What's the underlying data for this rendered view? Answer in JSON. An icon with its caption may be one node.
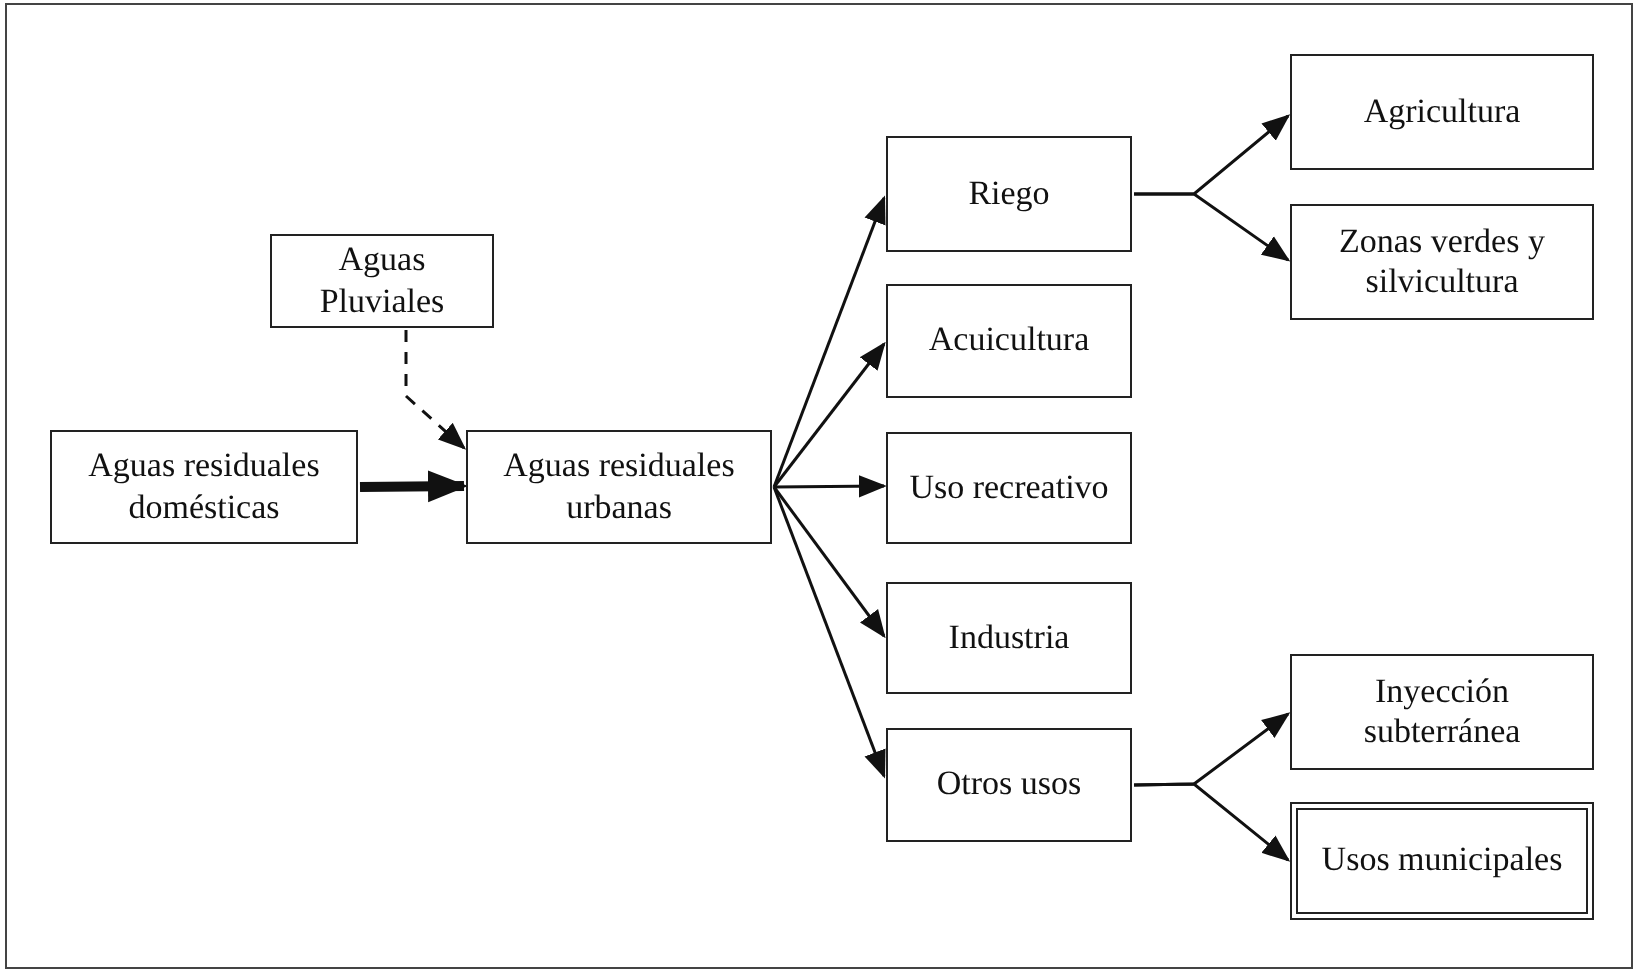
{
  "diagram": {
    "nodes": [
      {
        "text": [
          "Aguas Pluviales"
        ]
      },
      {
        "text": [
          "Aguas residuales domésticas"
        ]
      },
      {
        "text": [
          "Aguas residuales urbanas"
        ]
      },
      {
        "text": [
          "Riego"
        ]
      },
      {
        "text": [
          "Acuicultura"
        ]
      },
      {
        "text": [
          "Uso recreativo"
        ]
      },
      {
        "text": [
          "Industria"
        ]
      },
      {
        "text": [
          "Otros usos"
        ]
      },
      {
        "text": [
          "Agricultura"
        ]
      },
      {
        "text": [
          "Zonas verdes y silvicultura"
        ]
      },
      {
        "text": [
          "Inyección subterránea"
        ]
      },
      {
        "text": [
          "Usos municipales"
        ]
      }
    ],
    "edges": [
      {
        "from": 0,
        "to": 2,
        "arrow": "to",
        "style": "dashed"
      },
      {
        "from": 1,
        "to": 2,
        "arrow": "to",
        "style": "thick"
      },
      {
        "from": 2,
        "to": 3,
        "arrow": "to"
      },
      {
        "from": 2,
        "to": 4,
        "arrow": "to"
      },
      {
        "from": 2,
        "to": 5,
        "arrow": "to"
      },
      {
        "from": 2,
        "to": 6,
        "arrow": "to"
      },
      {
        "from": 2,
        "to": 7,
        "arrow": "to"
      },
      {
        "from": 3,
        "to": 8,
        "arrow": "to"
      },
      {
        "from": 3,
        "to": 9,
        "arrow": "to"
      },
      {
        "from": 7,
        "to": 10,
        "arrow": "to"
      },
      {
        "from": 7,
        "to": 11,
        "arrow": "to"
      }
    ]
  }
}
